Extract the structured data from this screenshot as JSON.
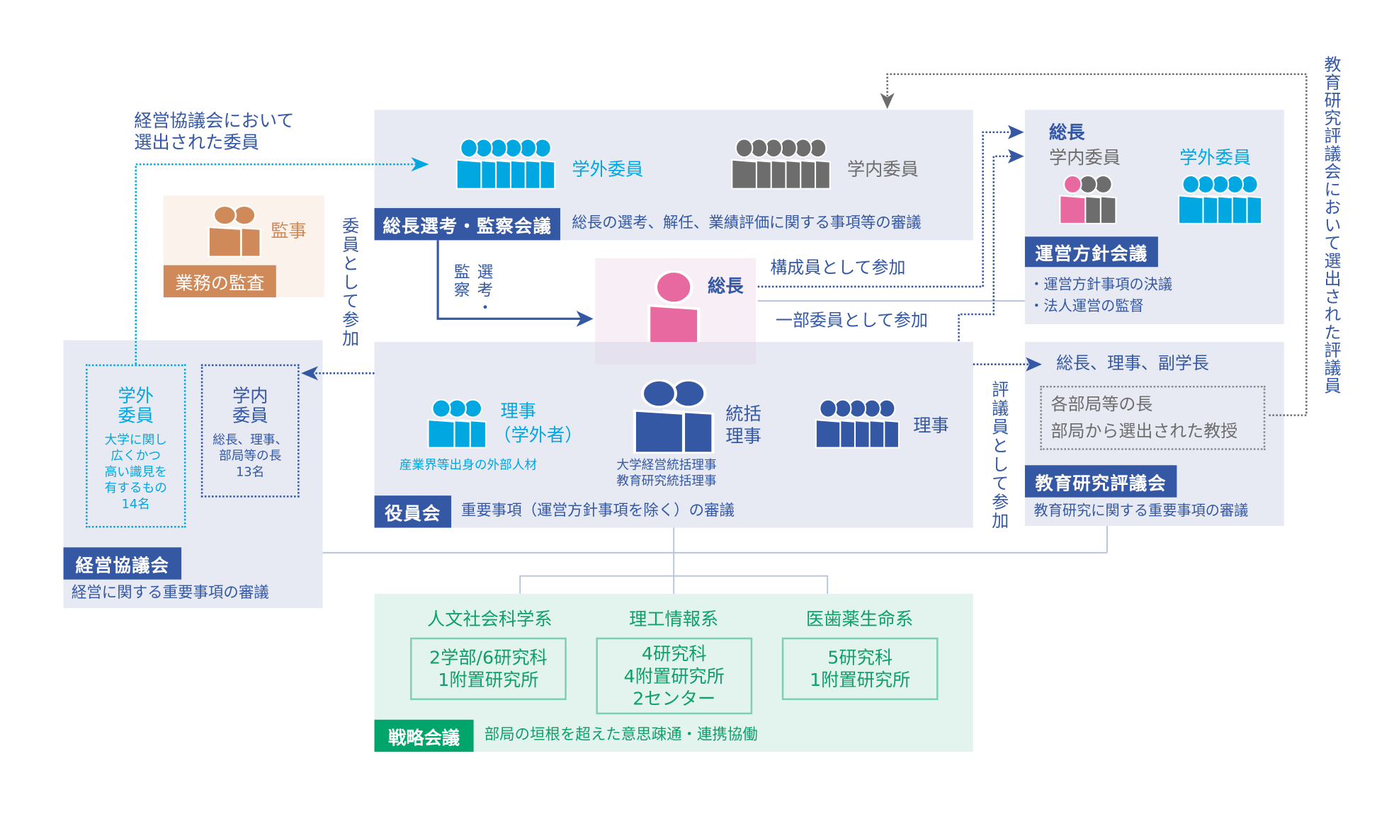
{
  "colors": {
    "navy": "#3558a5",
    "cyan": "#00a7e1",
    "gray": "#6d6d6d",
    "pink": "#e8699f",
    "orange": "#d08a5a",
    "green": "#00a56b"
  },
  "icons": {
    "selection_external": {
      "colors": [
        "#00a7e1",
        "#00a7e1",
        "#00a7e1",
        "#00a7e1",
        "#00a7e1",
        "#00a7e1"
      ]
    },
    "selection_internal": {
      "colors": [
        "#6d6d6d",
        "#6d6d6d",
        "#6d6d6d",
        "#6d6d6d",
        "#6d6d6d",
        "#6d6d6d"
      ]
    },
    "auditors": {
      "colors": [
        "#d08a5a",
        "#d08a5a"
      ]
    },
    "president": {
      "colors": [
        "#e8699f"
      ]
    },
    "external_directors": {
      "colors": [
        "#00a7e1",
        "#00a7e1",
        "#00a7e1"
      ]
    },
    "executive_directors": {
      "colors": [
        "#3558a5",
        "#3558a5"
      ]
    },
    "directors": {
      "colors": [
        "#3558a5",
        "#3558a5",
        "#3558a5",
        "#3558a5",
        "#3558a5"
      ]
    },
    "policy_internal": {
      "colors": [
        "#e8699f",
        "#6d6d6d",
        "#6d6d6d"
      ]
    },
    "policy_external": {
      "colors": [
        "#00a7e1",
        "#00a7e1",
        "#00a7e1",
        "#00a7e1",
        "#00a7e1"
      ]
    }
  },
  "selection_council": {
    "label": "総長選考・監察会議",
    "description": "総長の選考、解任、業績評価に関する事項等の審議",
    "external": "学外委員",
    "internal": "学内委員"
  },
  "management_note": {
    "line1": "経営協議会において",
    "line2": "選出された委員"
  },
  "auditor": {
    "title": "監事",
    "label": "業務の監査"
  },
  "participate_as_member": "委員として参加",
  "selection_audit": {
    "col1": "選考・",
    "col2": "監察"
  },
  "president": {
    "title": "総長"
  },
  "as_member": "構成員として参加",
  "as_partial_member": "一部委員として参加",
  "board": {
    "label": "役員会",
    "description": "重要事項（運営方針事項を除く）の審議",
    "external_director": {
      "line1": "理事",
      "line2": "（学外者）",
      "note": "産業界等出身の外部人材"
    },
    "executive": {
      "line1": "統括",
      "line2": "理事",
      "note1": "大学経営統括理事",
      "note2": "教育研究統括理事"
    },
    "director": "理事"
  },
  "management_council": {
    "label": "経営協議会",
    "description": "経営に関する重要事項の審議",
    "external": {
      "title1": "学外",
      "title2": "委員",
      "lines": [
        "大学に関し",
        "広くかつ",
        "高い識見を",
        "有するもの",
        "14名"
      ]
    },
    "internal": {
      "title1": "学内",
      "title2": "委員",
      "lines": [
        "総長、理事、",
        "部局等の長",
        "13名"
      ]
    }
  },
  "policy_council": {
    "label": "運営方針会議",
    "president": "総長",
    "internal": "学内委員",
    "external": "学外委員",
    "items": [
      "・運営方針事項の決議",
      "・法人運営の監督"
    ]
  },
  "education_council": {
    "label": "教育研究評議会",
    "description": "教育研究に関する重要事項の審議",
    "members": "総長、理事、副学長",
    "box_line1": "各部局等の長",
    "box_line2": "部局から選出された教授"
  },
  "as_councilor": "評議員として参加",
  "elected_councilor": "教育研究評議会において選出された評議員",
  "strategy": {
    "label": "戦略会議",
    "description": "部局の垣根を超えた意思疎通・連携協働",
    "groups": [
      {
        "name": "人文社会科学系",
        "lines": [
          "2学部/6研究科",
          "1附置研究所"
        ]
      },
      {
        "name": "理工情報系",
        "lines": [
          "4研究科",
          "4附置研究所",
          "2センター"
        ]
      },
      {
        "name": "医歯薬生命系",
        "lines": [
          "5研究科",
          "1附置研究所"
        ]
      }
    ]
  }
}
